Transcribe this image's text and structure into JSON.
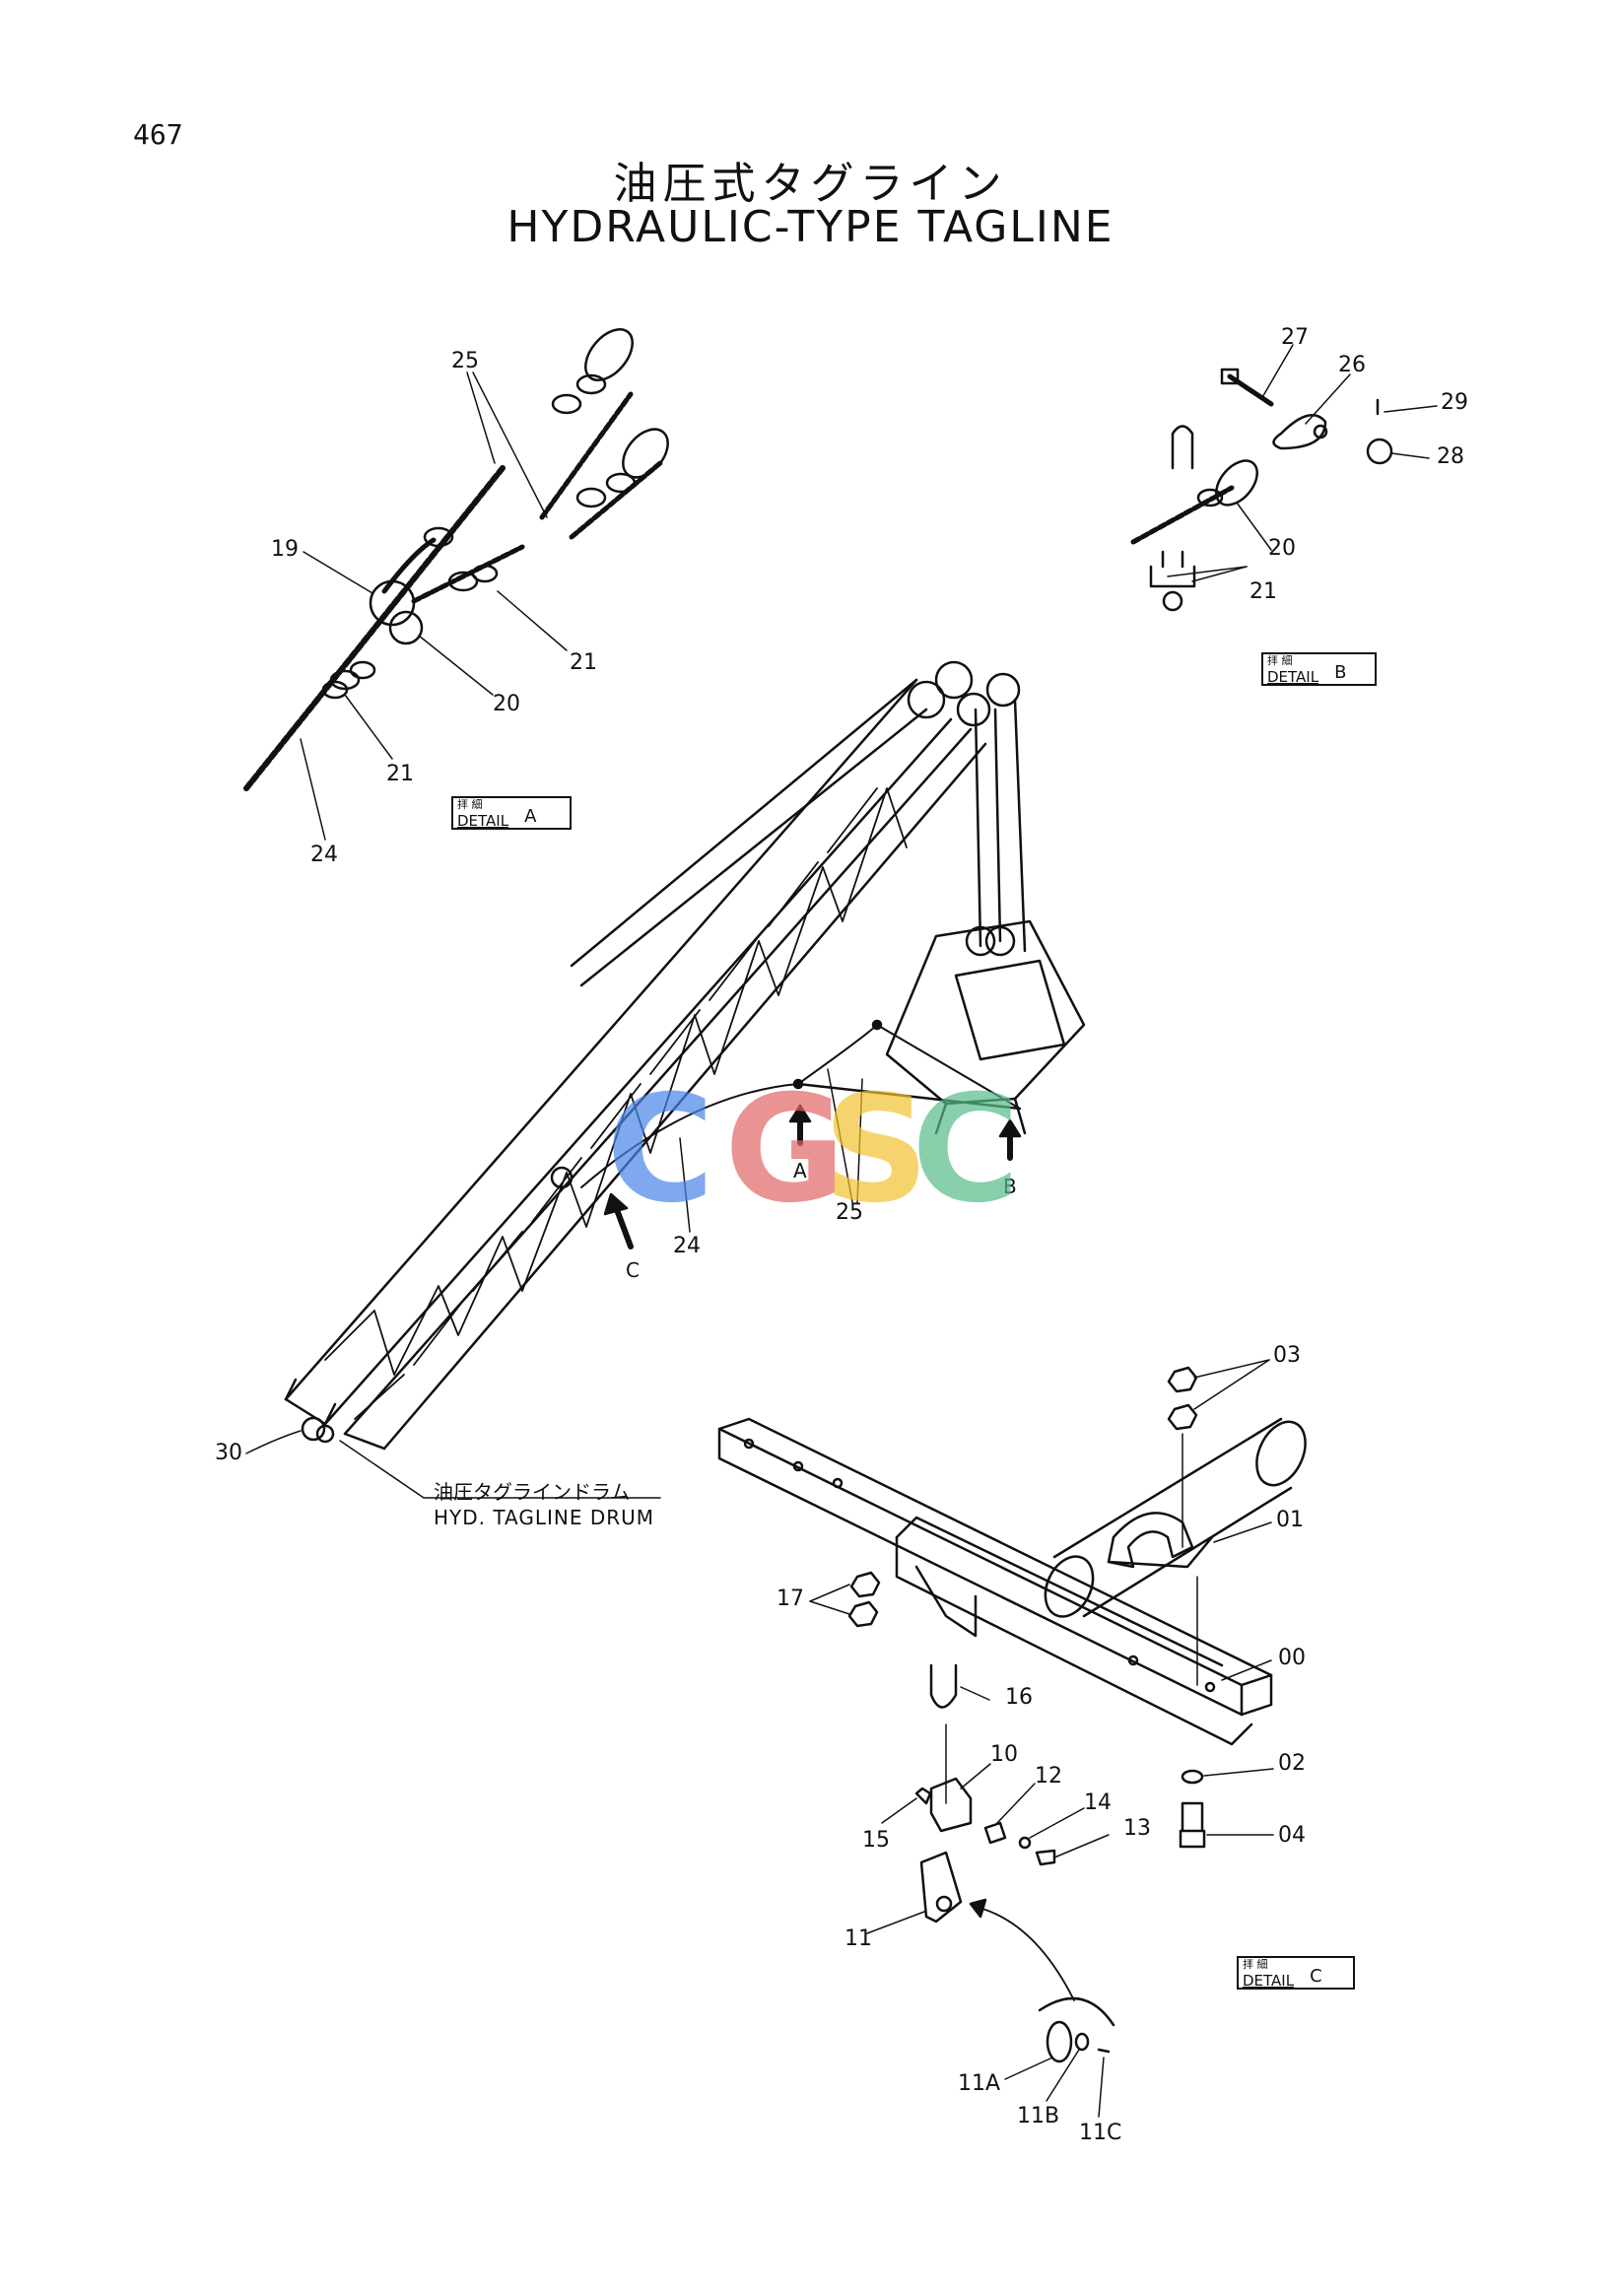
{
  "page_number": "467",
  "title_jp": "油圧式タグライン",
  "title_en": "HYDRAULIC-TYPE TAGLINE",
  "details": {
    "a": {
      "jp": "拝 細",
      "en": "DETAIL",
      "letter": "A"
    },
    "b": {
      "jp": "拝 細",
      "en": "DETAIL",
      "letter": "B"
    },
    "c": {
      "jp": "拝 細",
      "en": "DETAIL",
      "letter": "C"
    }
  },
  "drum_label_jp": "油圧タグラインドラム",
  "drum_label_en": "HYD. TAGLINE DRUM",
  "arrow_labels": {
    "a": "A",
    "b": "B",
    "c": "C"
  },
  "part_numbers": {
    "n25a": "25",
    "n19": "19",
    "n20a": "20",
    "n21a": "21",
    "n21b": "21",
    "n24a": "24",
    "n27": "27",
    "n26": "26",
    "n29": "29",
    "n28": "28",
    "n20b": "20",
    "n21c": "21",
    "n24b": "24",
    "n25b": "25",
    "n30": "30",
    "n03": "03",
    "n01": "01",
    "n00": "00",
    "n17": "17",
    "n16": "16",
    "n10": "10",
    "n12": "12",
    "n14": "14",
    "n13": "13",
    "n15": "15",
    "n02": "02",
    "n04": "04",
    "n11": "11",
    "n11a": "11A",
    "n11b": "11B",
    "n11c": "11C"
  },
  "watermark": {
    "letters": [
      "C",
      "G",
      "S",
      "C"
    ],
    "colors": [
      "#4a86e8",
      "#e06666",
      "#f1c232",
      "#57bb8a"
    ]
  }
}
